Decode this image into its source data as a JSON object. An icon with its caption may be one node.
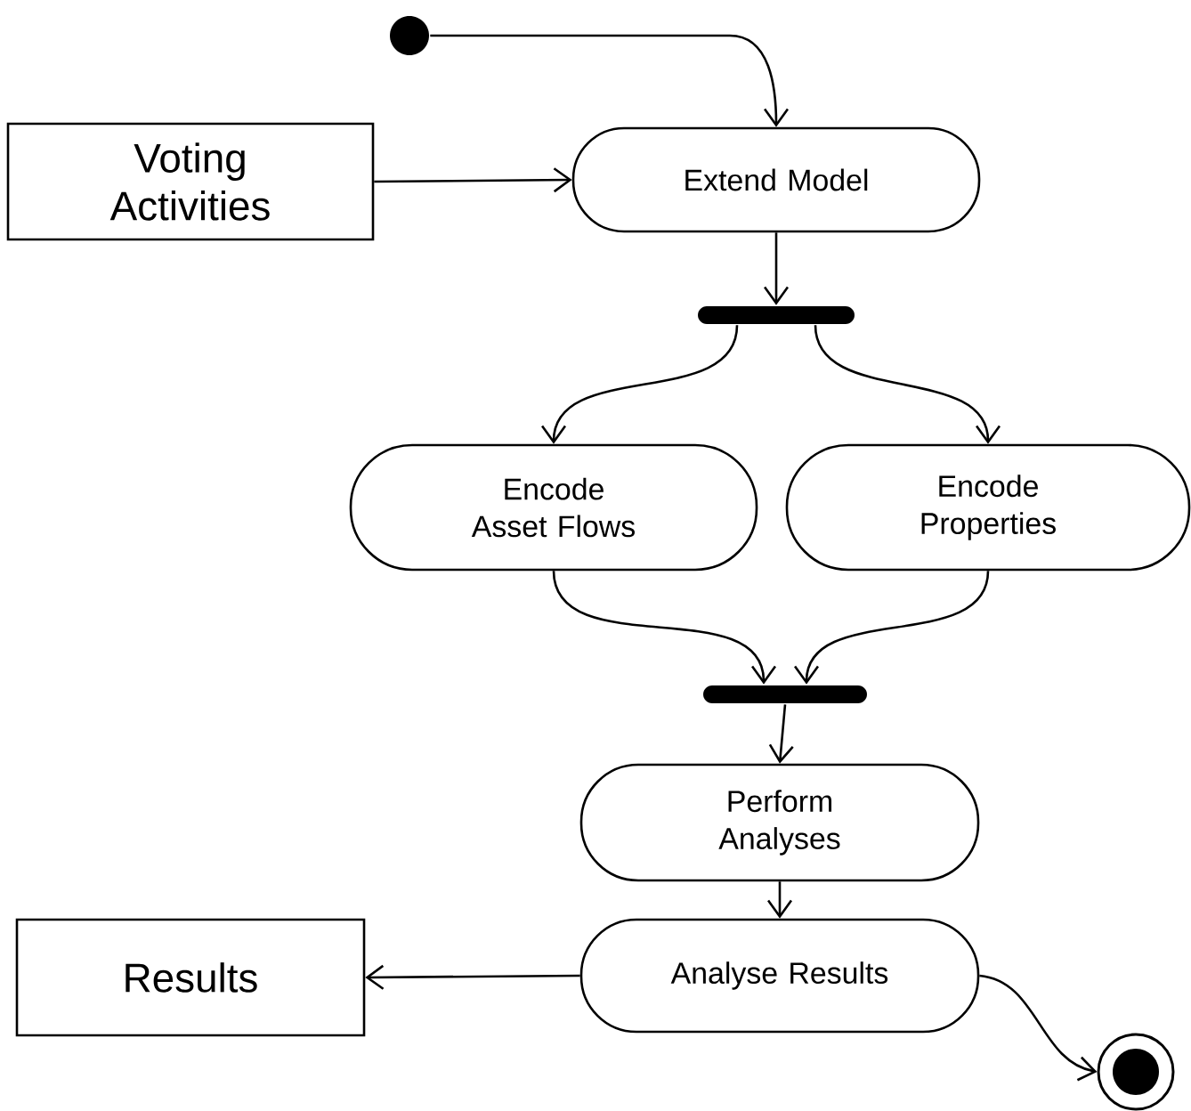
{
  "diagram": {
    "nodes": [
      {
        "text": [],
        "shape": "circle"
      },
      {
        "text": [
          "Voting Activities"
        ]
      },
      {
        "text": [
          "Extend Model"
        ]
      },
      {
        "text": [],
        "shape": "bar"
      },
      {
        "text": [
          "Encode Asset Flows"
        ]
      },
      {
        "text": [
          "Encode Properties"
        ]
      },
      {
        "text": [],
        "shape": "bar"
      },
      {
        "text": [
          "Perform Analyses"
        ]
      },
      {
        "text": [
          "Analyse Results"
        ]
      },
      {
        "text": [
          "Results"
        ]
      },
      {
        "text": [],
        "shape": "circle"
      }
    ],
    "edges": [
      {
        "from": 0,
        "to": 2,
        "arrow": "to"
      },
      {
        "from": 1,
        "to": 2,
        "arrow": "to"
      },
      {
        "from": 2,
        "to": 3,
        "arrow": "to"
      },
      {
        "from": 3,
        "to": 4,
        "arrow": "to"
      },
      {
        "from": 3,
        "to": 5,
        "arrow": "to"
      },
      {
        "from": 4,
        "to": 6,
        "arrow": "to"
      },
      {
        "from": 5,
        "to": 6,
        "arrow": "to"
      },
      {
        "from": 6,
        "to": 7,
        "arrow": "to"
      },
      {
        "from": 7,
        "to": 8,
        "arrow": "to"
      },
      {
        "from": 8,
        "to": 9,
        "arrow": "to"
      },
      {
        "from": 8,
        "to": 10,
        "arrow": "to"
      }
    ]
  }
}
